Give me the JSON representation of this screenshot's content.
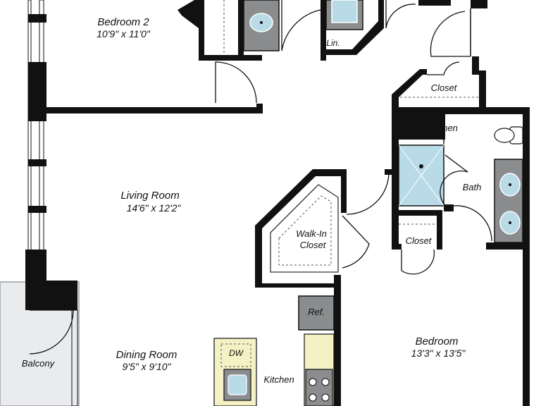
{
  "rooms": {
    "bedroom2": {
      "name": "Bedroom 2",
      "size": "10'9\" x 11'0\""
    },
    "living": {
      "name": "Living Room",
      "size": "14'6\" x 12'2\""
    },
    "dining": {
      "name": "Dining Room",
      "size": "9'5\" x 9'10\""
    },
    "bedroom": {
      "name": "Bedroom",
      "size": "13'3\" x 13'5\""
    }
  },
  "labels": {
    "balcony": "Balcony",
    "kitchen": "Kitchen",
    "bath": "Bath",
    "linen": "Linen",
    "lin": "Lin.",
    "closet": "Closet",
    "walkin_line1": "Walk-In",
    "walkin_line2": "Closet",
    "ref": "Ref.",
    "dw": "DW"
  },
  "colors": {
    "wall": "#111111",
    "balcony": "#e9ebed",
    "appliance": "#8a8c8e",
    "counter": "#f4f2c4",
    "basin": "#b9dbe8",
    "shower": "#b9dbe8"
  }
}
